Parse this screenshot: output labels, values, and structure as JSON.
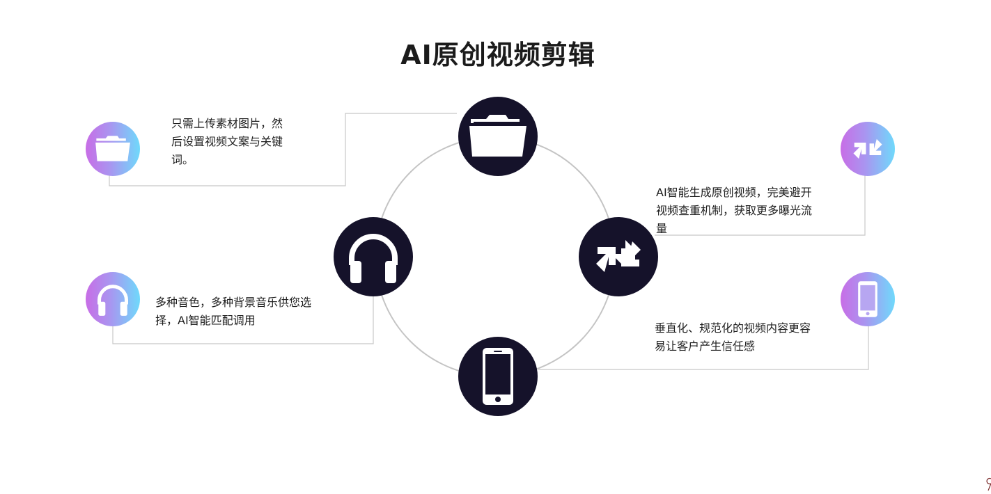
{
  "title": "AI原创视频剪辑",
  "features": [
    {
      "icon": "folder-icon",
      "text": [
        "只需上传素材图片，然",
        "后设置视频文案与关键",
        "词。"
      ]
    },
    {
      "icon": "compress-arrows-icon",
      "text": [
        "AI智能生成原创视频，完美避开",
        "视频查重机制，获取更多曝光流",
        "量"
      ]
    },
    {
      "icon": "headphones-icon",
      "text": [
        "多种音色，多种背景音乐供您选",
        "择，AI智能匹配调用"
      ]
    },
    {
      "icon": "smartphone-icon",
      "text": [
        "垂直化、规范化的视频内容更容",
        "易让客户产生信任感"
      ]
    }
  ],
  "colors": {
    "dark_circle": "#15122a",
    "gradient_start": "#c86de6",
    "gradient_end": "#6fd9fb",
    "ring": "#c4c4c4",
    "connector": "#c8c8c8"
  }
}
